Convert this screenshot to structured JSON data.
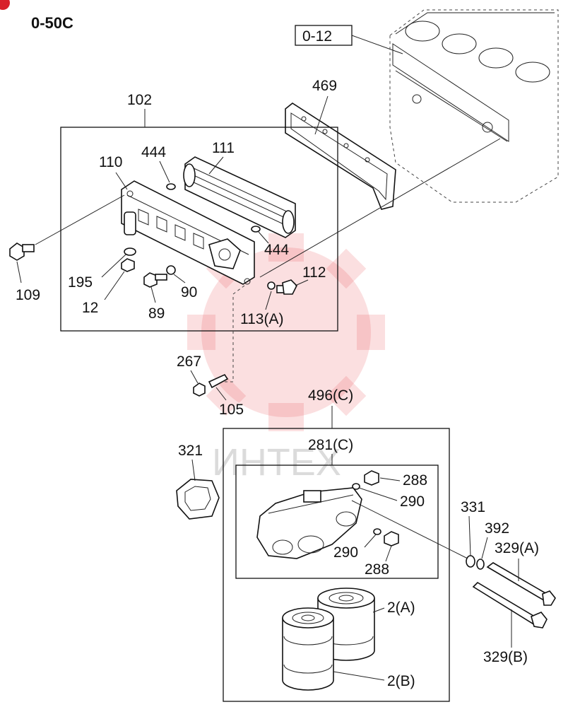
{
  "page_code": "0-50C",
  "reference_box": "0-12",
  "watermark_text": "ИНТЕХ",
  "colors": {
    "line": "#111111",
    "watermark": "#e8393f",
    "background": "#ffffff"
  },
  "callouts": {
    "c102": "102",
    "c110": "110",
    "c444a": "444",
    "c111": "111",
    "c469": "469",
    "c109": "109",
    "c195": "195",
    "c12": "12",
    "c89": "89",
    "c90": "90",
    "c444b": "444",
    "c112": "112",
    "c113": "113(A)",
    "c267": "267",
    "c105": "105",
    "c496": "496(C)",
    "c281": "281(C)",
    "c321": "321",
    "c288a": "288",
    "c290a": "290",
    "c290b": "290",
    "c288b": "288",
    "c331": "331",
    "c392": "392",
    "c329a": "329(A)",
    "c329b": "329(B)",
    "c2a": "2(A)",
    "c2b": "2(B)"
  }
}
